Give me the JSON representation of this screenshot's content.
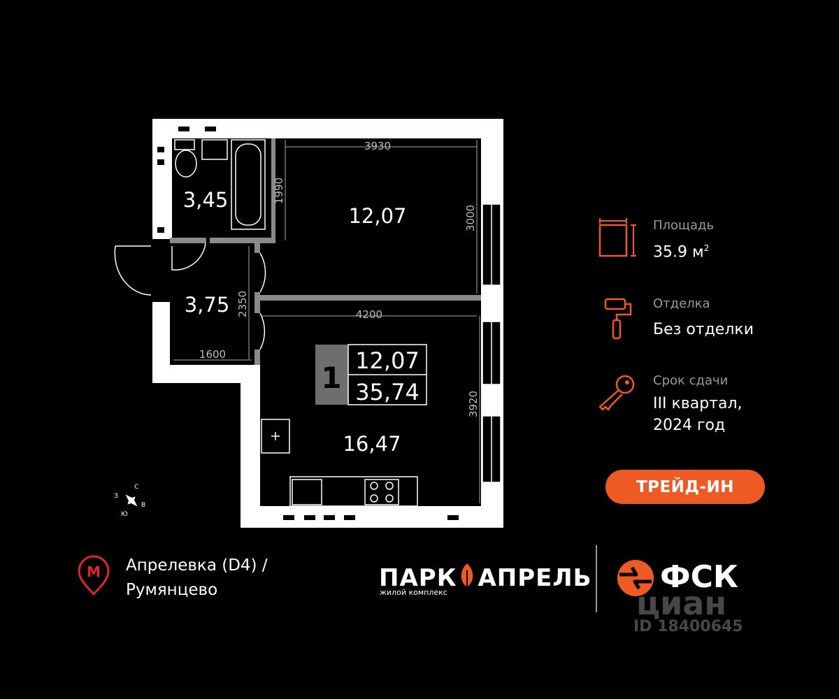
{
  "plan": {
    "rooms": [
      {
        "name": "bathroom",
        "area": "3,45"
      },
      {
        "name": "room",
        "area": "12,07"
      },
      {
        "name": "hallway",
        "area": "3,75"
      },
      {
        "name": "kitchen",
        "area": "16,47"
      }
    ],
    "dimensions": [
      "3930",
      "1990",
      "3000",
      "2350",
      "4200",
      "1600",
      "3920"
    ],
    "badge": {
      "rooms": "1",
      "living_area": "12,07",
      "total_area": "35,74"
    },
    "compass": {
      "n": "С",
      "w": "З",
      "e": "В",
      "s": "Ю"
    }
  },
  "info": {
    "area_label": "Площадь",
    "area_value": "35.9 м",
    "area_sup": "2",
    "finish_label": "Отделка",
    "finish_value": "Без отделки",
    "deadline_label": "Срок сдачи",
    "deadline_line1": "III квартал,",
    "deadline_line2": "2024 год"
  },
  "trade_in": "ТРЕЙД-ИН",
  "metro": {
    "line1": "Апрелевка (D4)  /",
    "line2": "Румянцево",
    "icon_letter": "М"
  },
  "logos": {
    "park_left": "ПАРК",
    "park_right": "АПРЕЛЬ",
    "park_sub": "жилой комплекс",
    "fsk": "ФСК",
    "cian": "циан",
    "cian_id": "ID 18400645"
  },
  "colors": {
    "accent": "#ee5a24",
    "background": "#000000",
    "wall": "#ffffff",
    "divider": "#9a9a9a"
  }
}
